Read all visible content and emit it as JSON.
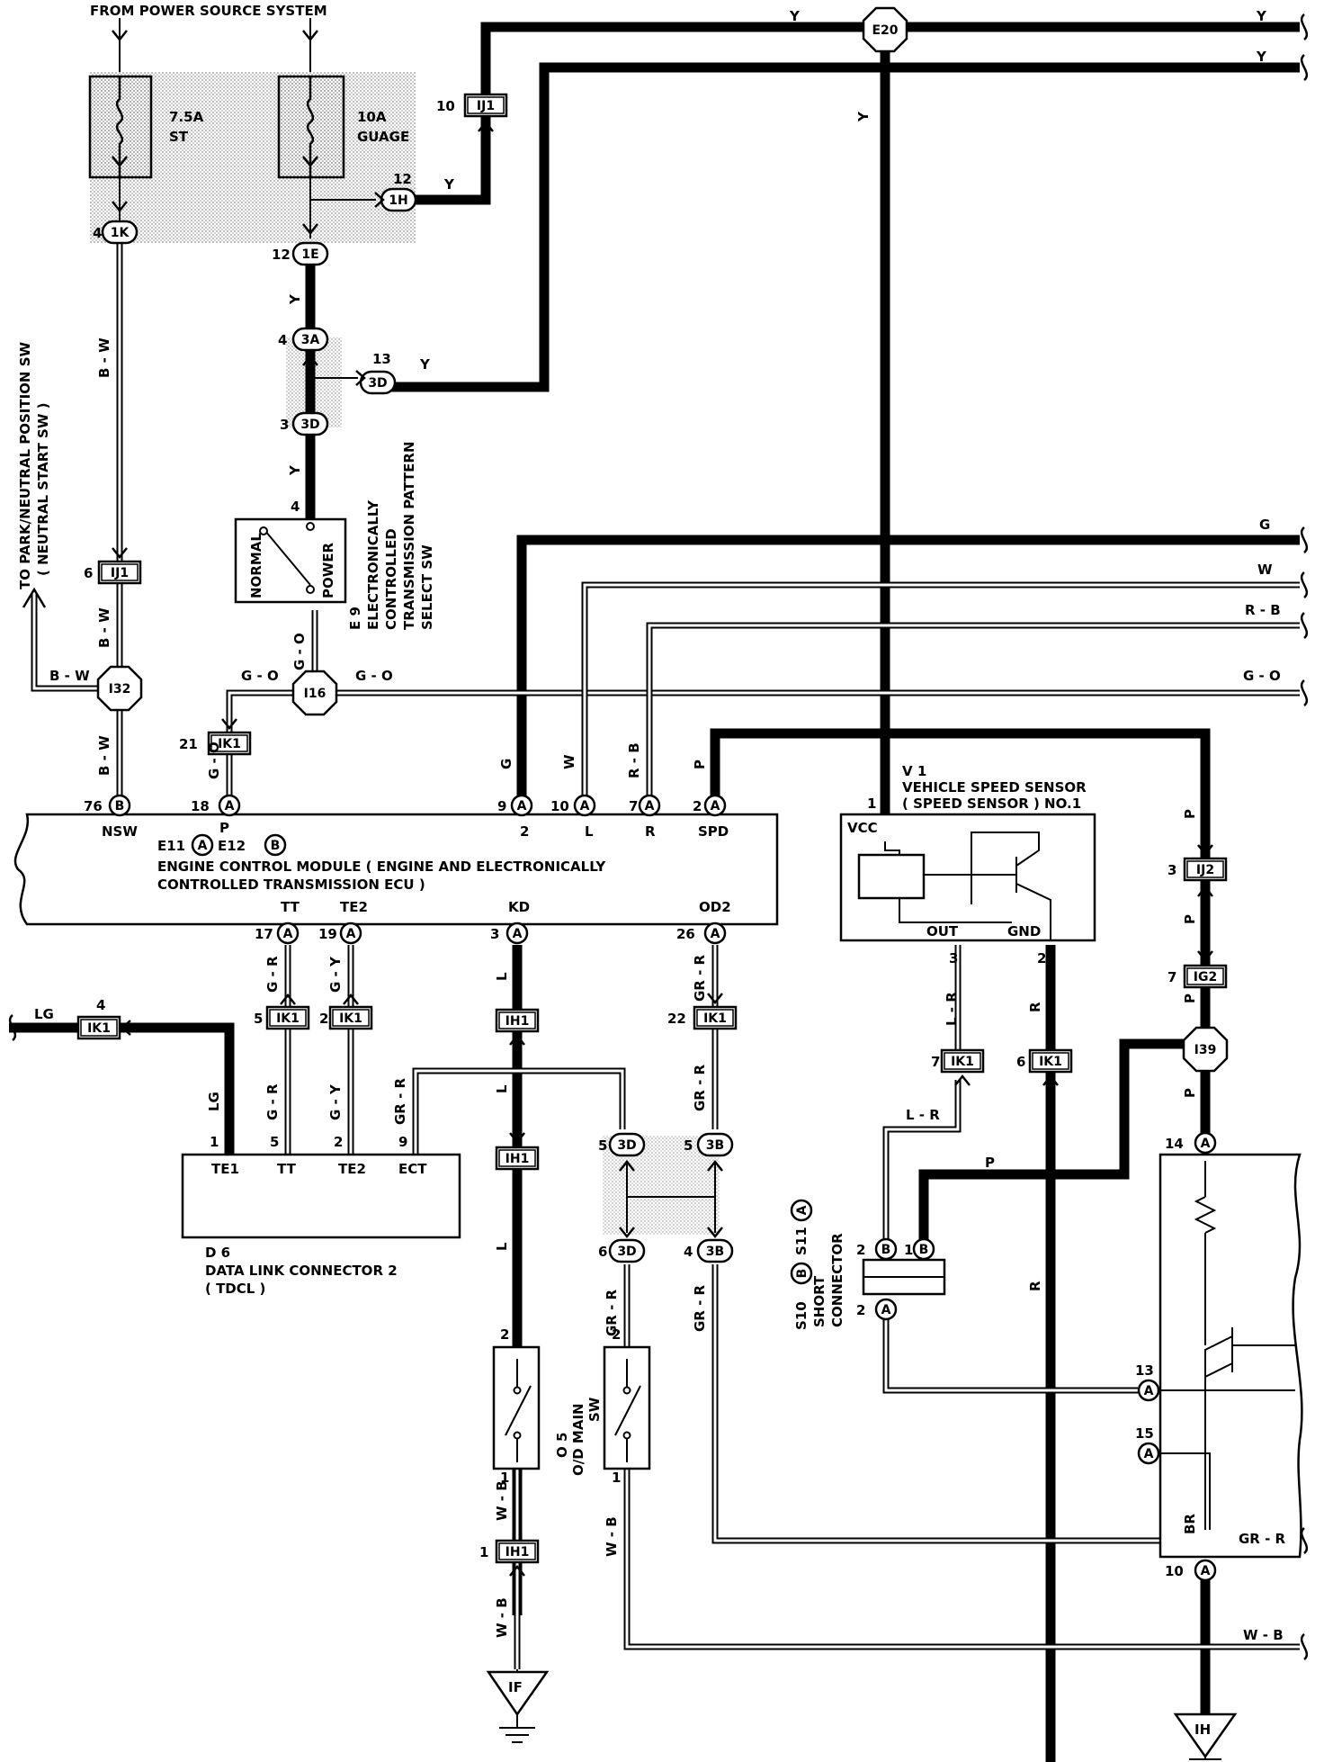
{
  "source": {
    "label": "FROM POWER SOURCE SYSTEM"
  },
  "fuses": [
    {
      "rating": "7.5A",
      "name": "ST"
    },
    {
      "rating": "10A",
      "name": "GUAGE"
    }
  ],
  "connectors": {
    "j_1k": "1K",
    "j_1e": "1E",
    "j_1h": "1H",
    "j_3a": "3A",
    "j_3d": "3D",
    "j_3d_b": "3D",
    "j_ij1_top": "IJ1",
    "j_ij1_left": "IJ1",
    "j_e20": "E20",
    "j_i32": "I32",
    "j_i16": "I16",
    "j_ik1_18": "IK1",
    "j_ik1_tt": "IK1",
    "j_ik1_te2": "IK1",
    "j_ik1_lg": "IK1",
    "j_ih1_kd": "IH1",
    "j_ih1_b": "IH1",
    "j_ih1_c": "IH1",
    "j_ik1_od2": "IK1",
    "j_3d_5": "3D",
    "j_3d_6": "3D",
    "j_3b_5": "3B",
    "j_3b_4": "3B",
    "j_ik1_lr": "IK1",
    "j_ik1_r": "IK1",
    "j_ij2": "IJ2",
    "j_ig2": "IG2",
    "j_i39": "I39",
    "g_if": "IF",
    "g_ih": "IH"
  },
  "pins": {
    "p_4a": "4",
    "p_12a": "12",
    "p_12b": "12",
    "p_4b": "4",
    "p_13": "13",
    "p_3": "3",
    "p_10": "10",
    "p_6": "6",
    "p_21": "21",
    "p_76": "76",
    "p_18": "18",
    "p_9": "9",
    "p_10b": "10",
    "p_7": "7",
    "p_2": "2",
    "p_17": "17",
    "p_19": "19",
    "p_3b": "3",
    "p_26": "26",
    "p_5": "5",
    "p_2b": "2",
    "p_22": "22",
    "p_4lg": "4",
    "p_1": "1",
    "p_5b": "5",
    "p_2c": "2",
    "p_9b": "9",
    "p_5c": "5",
    "p_5d": "5",
    "p_6b": "6",
    "p_4c": "4",
    "p_2d": "2",
    "p_2e": "2",
    "p_1b": "1",
    "p_1c": "1",
    "p_1d": "1",
    "p_1v": "1",
    "p_3v": "3",
    "p_2v": "2",
    "p_7b": "7",
    "p_6c": "6",
    "p_3c": "3",
    "p_7c": "7",
    "p_14": "14",
    "p_13b": "13",
    "p_15": "15",
    "p_10c": "10",
    "p_2s": "2",
    "p_1s": "1",
    "p_2t": "2",
    "p_4e": "4"
  },
  "wires": {
    "w_y1": "Y",
    "w_y2": "Y",
    "w_y3": "Y",
    "w_y4": "Y",
    "w_y5": "Y",
    "w_y6": "Y",
    "w_y7": "Y",
    "w_y8": "Y",
    "w_bw1": "B - W",
    "w_bw2": "B - W",
    "w_bw3": "B - W",
    "w_bw4": "B - W",
    "w_go1": "G - O",
    "w_go2": "G - O",
    "w_go3": "G - O",
    "w_go4": "G - O",
    "w_go5": "G - O",
    "w_g1": "G",
    "w_g2": "G",
    "w_w1": "W",
    "w_w2": "W",
    "w_rb1": "R - B",
    "w_rb2": "R - B",
    "w_p1": "P",
    "w_p2": "P",
    "w_p3": "P",
    "w_p4": "P",
    "w_p5": "P",
    "w_p6": "P",
    "w_gr1": "G - R",
    "w_gr2": "G - R",
    "w_gy1": "G - Y",
    "w_gy2": "G - Y",
    "w_l1": "L",
    "w_l2": "L",
    "w_l3": "L",
    "w_grr1": "GR - R",
    "w_grr2": "GR - R",
    "w_grr3": "GR - R",
    "w_grr4": "GR - R",
    "w_grr5": "GR - R",
    "w_grr6": "GR - R",
    "w_lg1": "LG",
    "w_lg2": "LG",
    "w_wb1": "W - B",
    "w_wb2": "W - B",
    "w_wb3": "W - B",
    "w_wb4": "W - B",
    "w_lr1": "L - R",
    "w_lr2": "L - R",
    "w_r1": "R",
    "w_r2": "R",
    "w_br": "BR"
  },
  "components": {
    "park_sw": [
      "TO PARK/NEUTRAL POSITION SW",
      "( NEUTRAL START SW )"
    ],
    "pattern_sw": {
      "id": "E 9",
      "name": [
        "ELECTRONICALLY",
        "CONTROLLED",
        "TRANSMISSION PATTERN",
        "SELECT SW"
      ],
      "normal": "NORMAL",
      "power": "POWER"
    },
    "ecm": {
      "id_a": "E11",
      "id_b": "E12",
      "circle_a": "A",
      "circle_b": "B",
      "name_1": "ENGINE CONTROL MODULE ( ENGINE AND ELECTRONICALLY",
      "name_2": "CONTROLLED TRANSMISSION ECU )",
      "terms_top": [
        "NSW",
        "P",
        "2",
        "L",
        "R",
        "SPD"
      ],
      "terms_bottom": [
        "TT",
        "TE2",
        "KD",
        "OD2"
      ]
    },
    "speed_sensor": {
      "id": "V 1",
      "name": "VEHICLE SPEED SENSOR",
      "sub": "( SPEED SENSOR ) NO.1",
      "vcc": "VCC",
      "out": "OUT",
      "gnd": "GND"
    },
    "dlc": {
      "id": "D 6",
      "name": "DATA LINK CONNECTOR 2",
      "sub": "( TDCL )",
      "terms": [
        "TE1",
        "TT",
        "TE2",
        "ECT"
      ]
    },
    "od_sw": {
      "id": "O 5",
      "name": [
        "O/D MAIN",
        "SW"
      ]
    },
    "short_conn": {
      "id": "S10",
      "id2": "S11",
      "c1": "B",
      "c2": "A",
      "name": [
        "SHORT",
        "CONNECTOR"
      ]
    }
  },
  "circle_letters": {
    "a": "A",
    "b": "B"
  }
}
